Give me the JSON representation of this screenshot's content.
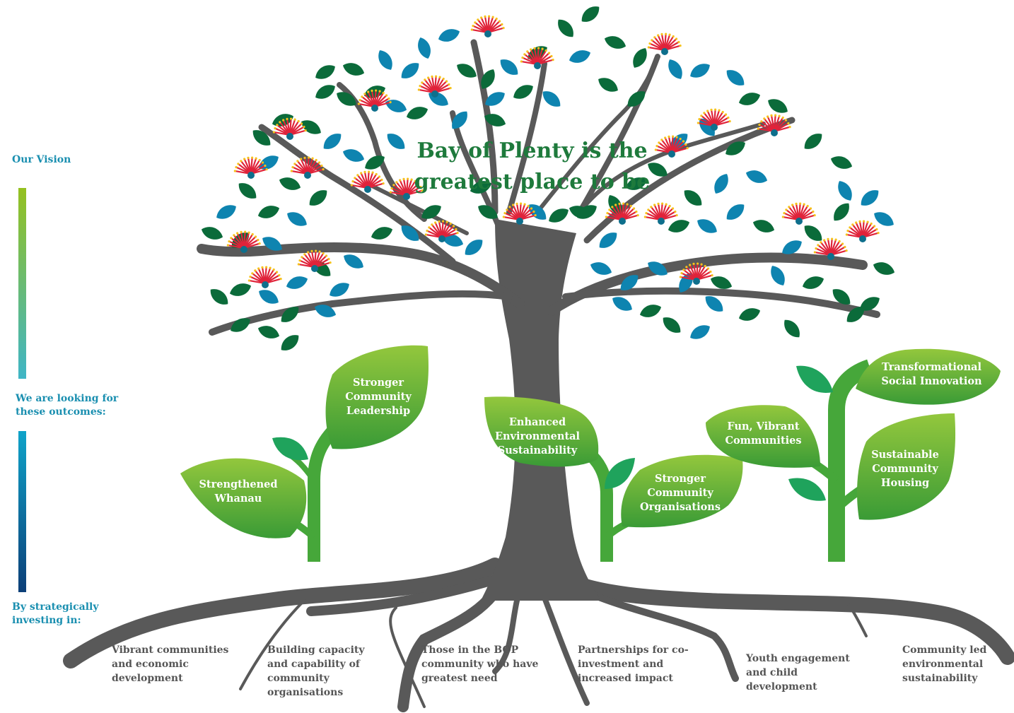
{
  "sidebar": {
    "vision_label": "Our Vision",
    "outcomes_label": "We are looking for these outcomes:",
    "investing_label": "By strategically investing in:"
  },
  "vision": {
    "line1": "Bay of Plenty is the",
    "line2": "greatest place to be"
  },
  "outcomes": [
    "Strengthened Whanau",
    "Stronger Community Leadership",
    "Enhanced Environmental Sustainability",
    "Stronger Community Organisations",
    "Fun, Vibrant Communities",
    "Transformational Social Innovation",
    "Sustainable Community Housing"
  ],
  "investments": [
    "Vibrant communities and economic development",
    "Building capacity and capability of community organisations",
    "Those in the BOP community who have greatest need",
    "Partnerships for co-investment and increased impact",
    "Youth engagement and child development",
    "Community led environmental sustainability"
  ],
  "colors": {
    "trunk": "#595959",
    "leaf_dark": "#0b6b3a",
    "leaf_blue": "#0e84b0",
    "leaf_mid": "#1fa35c",
    "flower": "#e0233a",
    "outcome_leaf_light": "#8cc63f",
    "outcome_leaf_dark": "#3a9d3a",
    "vision_text": "#1e7a3c",
    "sidebar_text": "#1a8fb0"
  }
}
